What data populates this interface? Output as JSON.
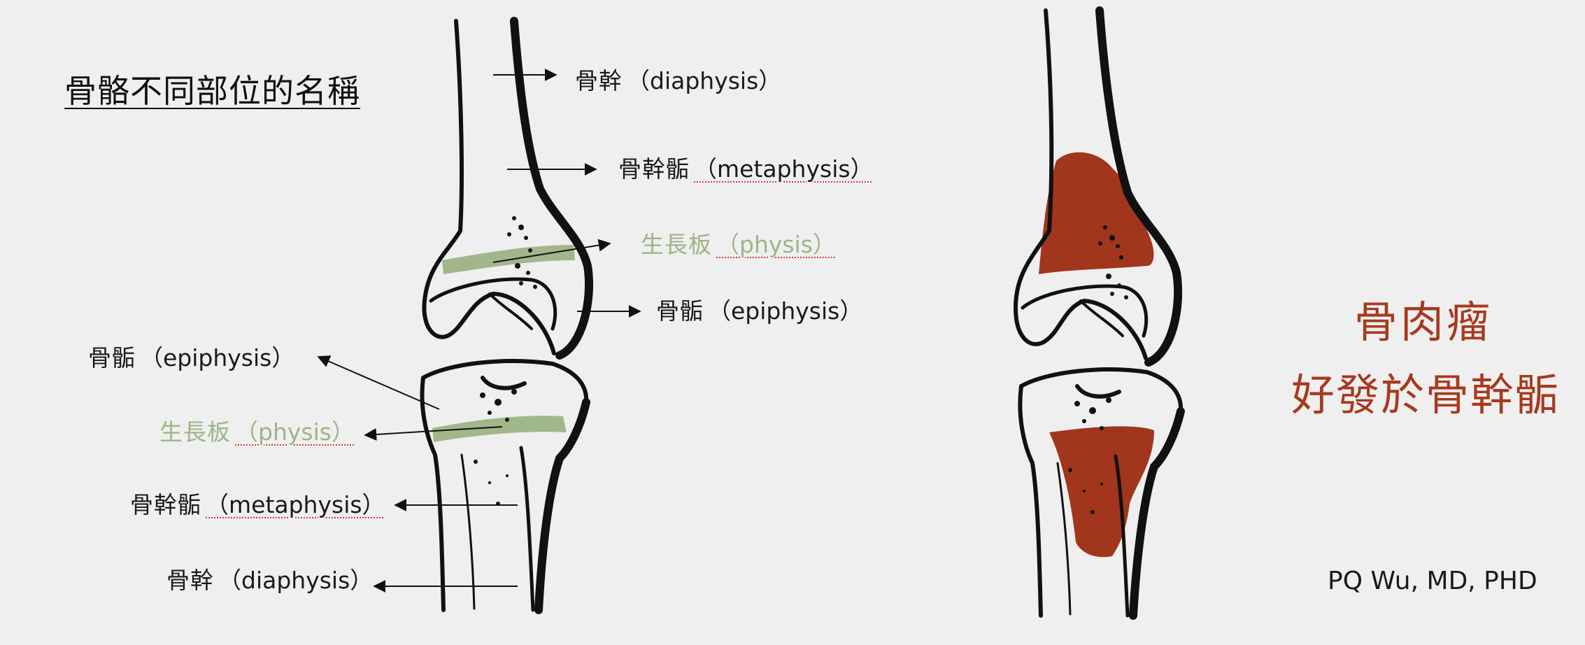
{
  "title": "骨骼不同部位的名稱",
  "labels": {
    "upper_diaphysis": {
      "zh": "骨幹",
      "en": "（diaphysis）"
    },
    "upper_metaphysis": {
      "zh": "骨幹骺",
      "en": "（metaphysis）"
    },
    "upper_physis": {
      "zh": "生長板",
      "en": "（physis）"
    },
    "upper_epiphysis": {
      "zh": "骨骺",
      "en": "（epiphysis）"
    },
    "lower_epiphysis": {
      "zh": "骨骺",
      "en": "（epiphysis）"
    },
    "lower_physis": {
      "zh": "生長板",
      "en": "（physis）"
    },
    "lower_metaphysis": {
      "zh": "骨幹骺",
      "en": "（metaphysis）"
    },
    "lower_diaphysis": {
      "zh": "骨幹",
      "en": "（diaphysis）"
    }
  },
  "tumor": {
    "title": "骨肉瘤",
    "subtitle": "好發於骨幹骺"
  },
  "author": "PQ Wu, MD, PHD",
  "colors": {
    "background": "#efefef",
    "bone_line": "#111111",
    "physis_green": "#8fa873",
    "tumor_red": "#a1361c"
  }
}
